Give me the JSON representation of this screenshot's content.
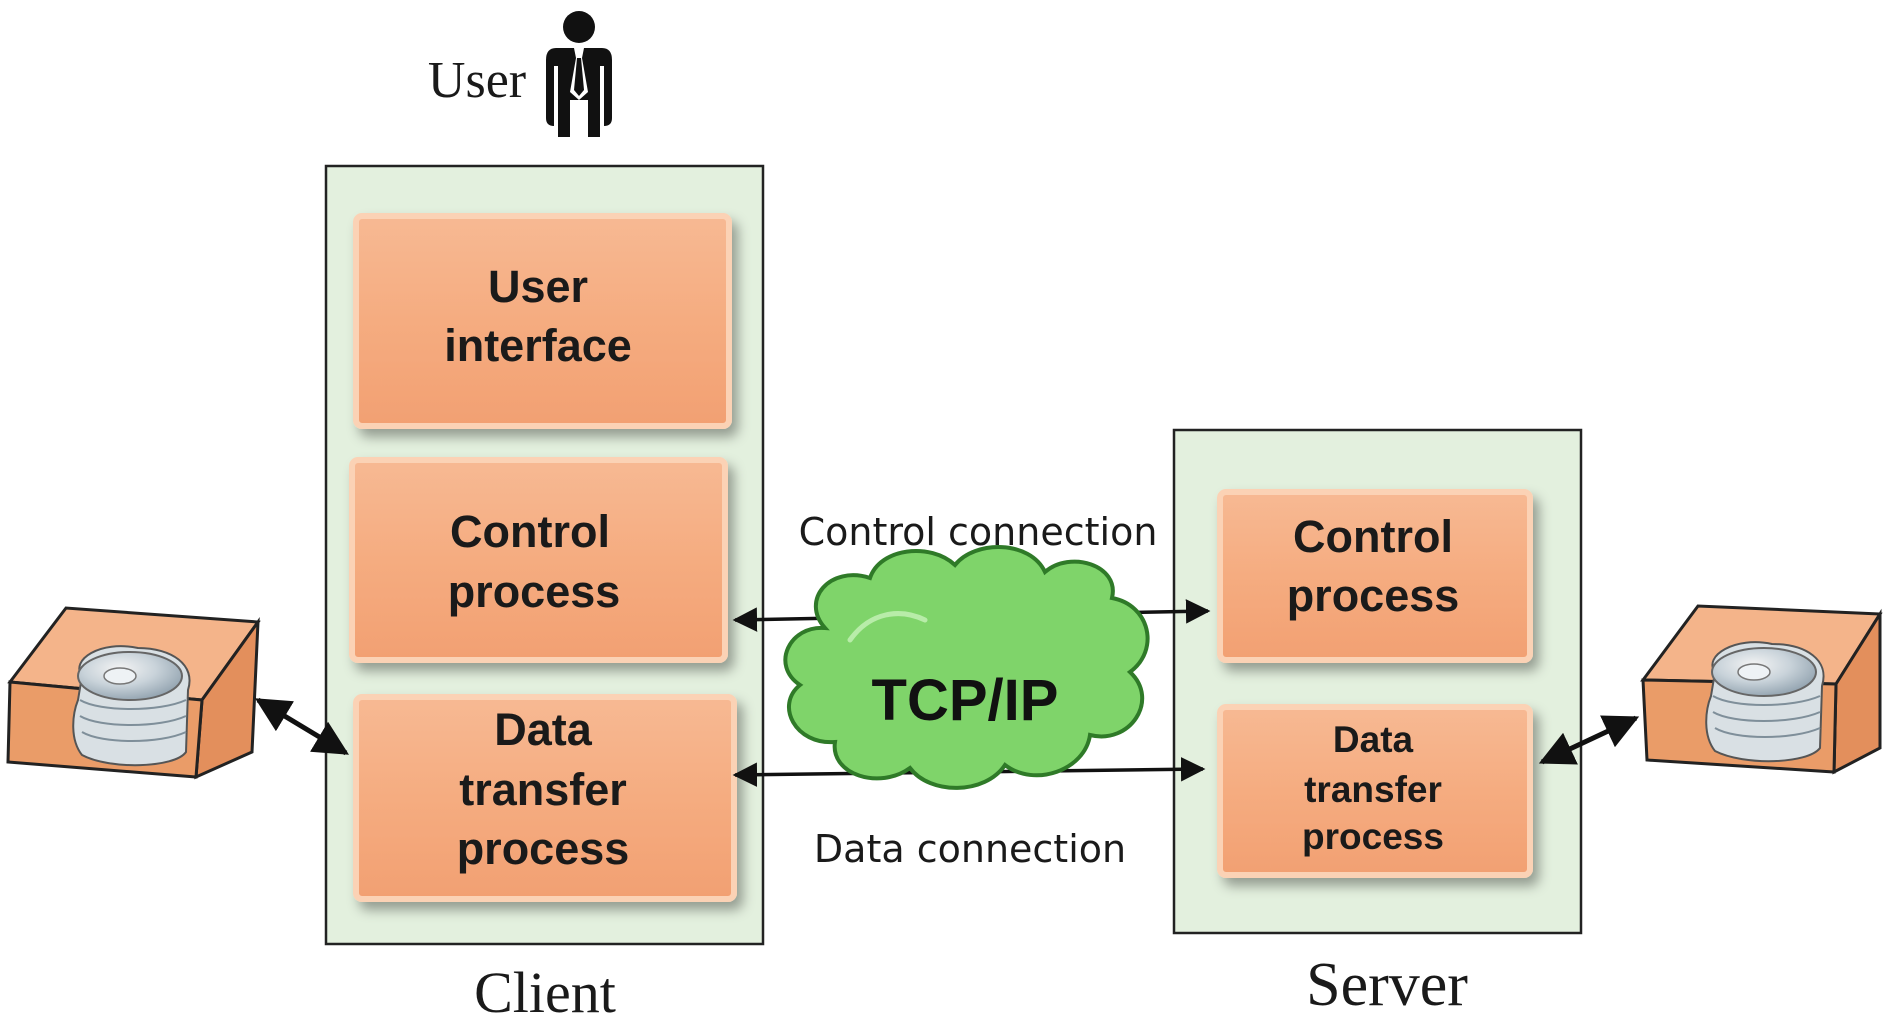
{
  "user": {
    "label": "User",
    "icon": "person-icon"
  },
  "client": {
    "label": "Client",
    "boxes": {
      "user_interface": [
        "User",
        "interface"
      ],
      "control_process": [
        "Control",
        "process"
      ],
      "data_transfer_process": [
        "Data",
        "transfer",
        "process"
      ]
    }
  },
  "server": {
    "label": "Server",
    "boxes": {
      "control_process": [
        "Control",
        "process"
      ],
      "data_transfer_process": [
        "Data",
        "transfer",
        "process"
      ]
    }
  },
  "network": {
    "label": "TCP/IP",
    "icon": "cloud-icon"
  },
  "connections": {
    "control": "Control connection",
    "data": "Data connection"
  },
  "storage": {
    "client_icon": "disk-storage-icon",
    "server_icon": "disk-storage-icon"
  },
  "colors": {
    "container_fill": "#e3f0de",
    "container_stroke": "#222222",
    "box_fill": "#f5ad82",
    "box_light": "#fbd2b5",
    "cloud_fill": "#7fd46a",
    "cloud_stroke": "#2f7a28",
    "storage_fill": "#e9a070",
    "arrow": "#111111"
  }
}
